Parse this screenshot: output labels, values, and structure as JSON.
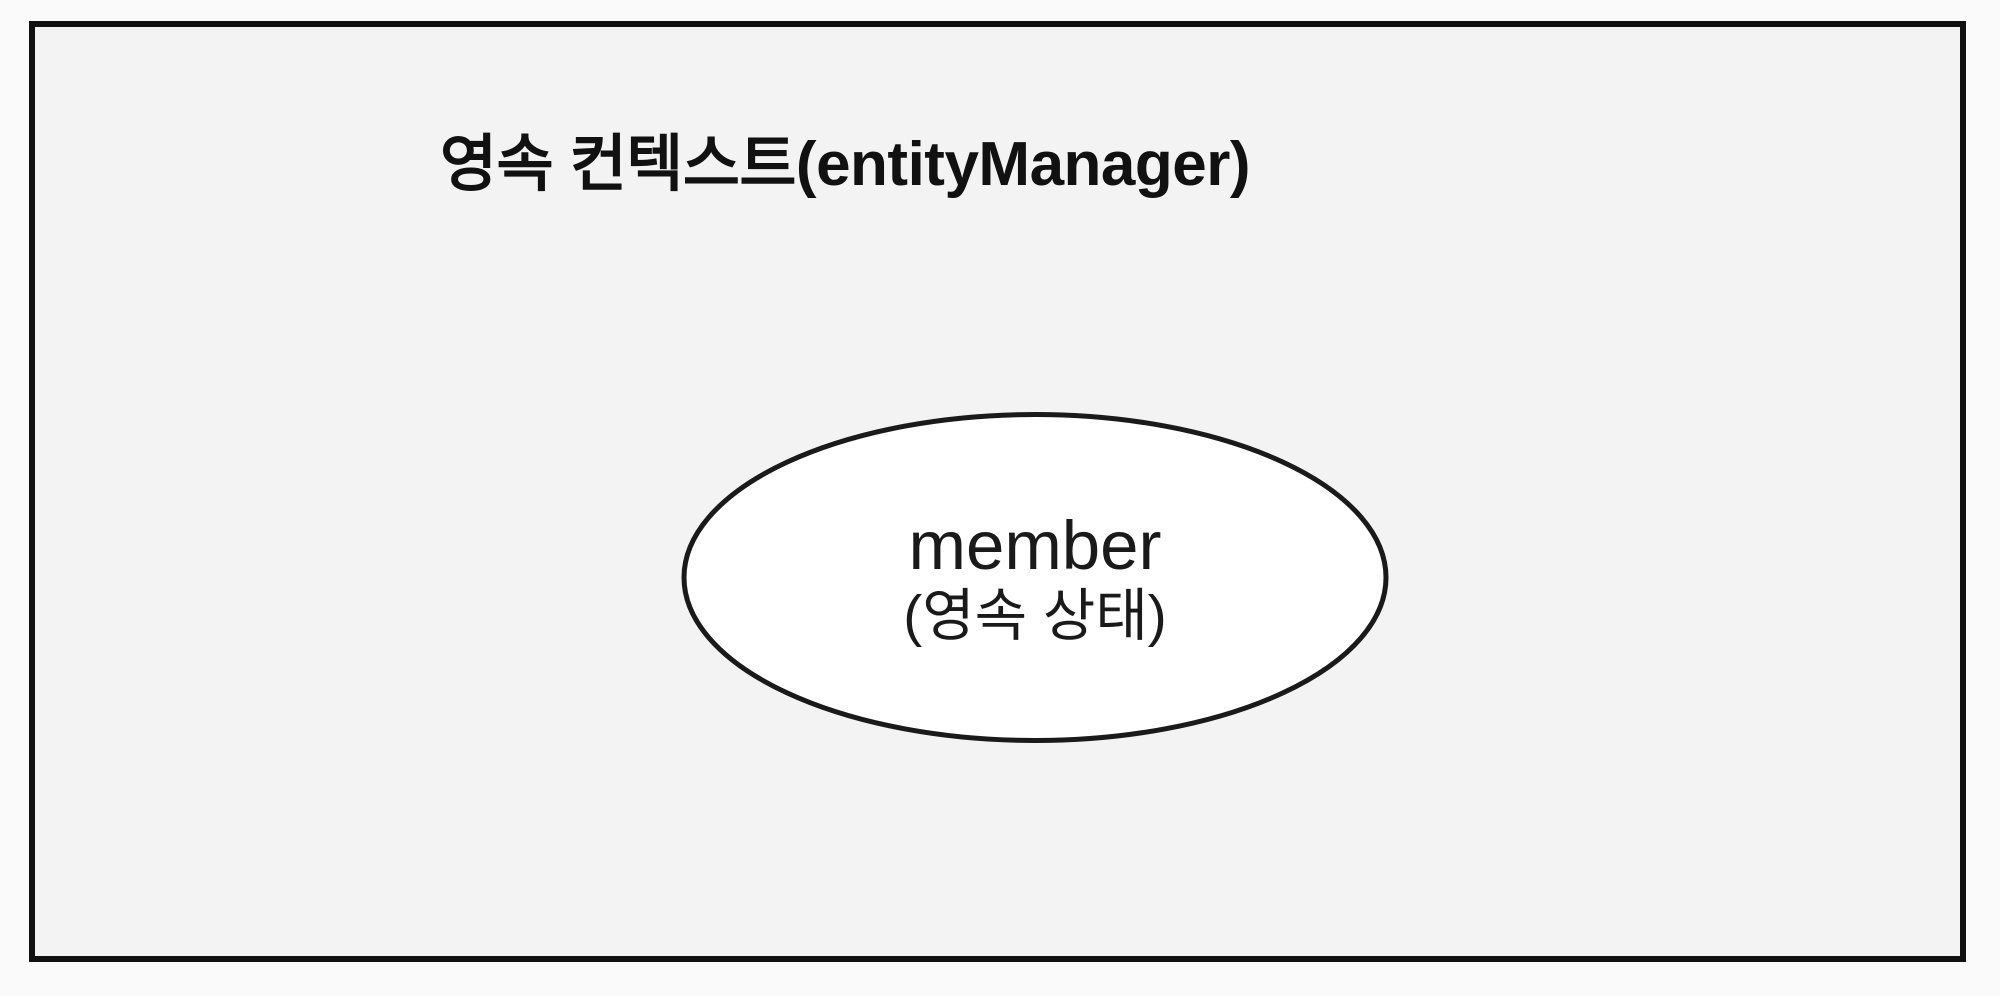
{
  "diagram": {
    "type": "entity-persistence-context",
    "context_box": {
      "title": "영속 컨텍스트(entityManager)",
      "background_color": "#f3f3f3",
      "border_color": "#111111"
    },
    "entities": [
      {
        "shape": "ellipse",
        "name": "member",
        "state_label": "(영속 상태)",
        "fill_color": "#ffffff",
        "stroke_color": "#1a1a1a"
      }
    ],
    "canvas_background": "#fafafa"
  }
}
